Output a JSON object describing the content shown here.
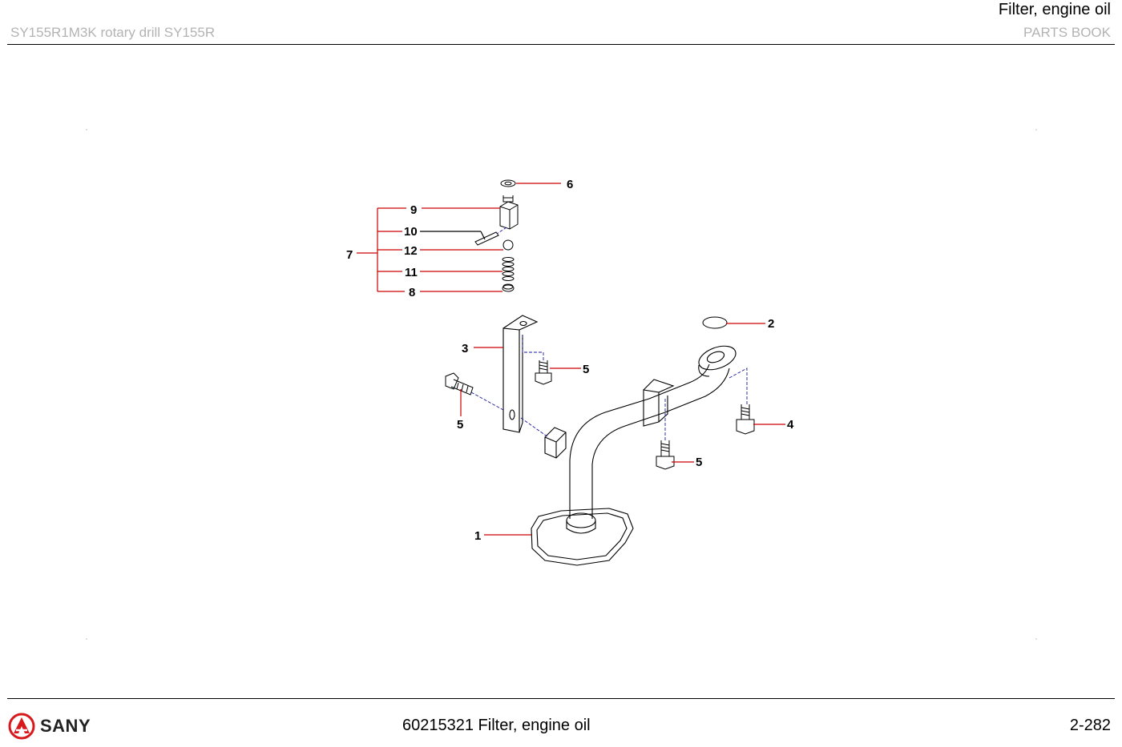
{
  "header": {
    "title": "Filter, engine oil",
    "model": "SY155R1M3K rotary  drill  SY155R",
    "book": "PARTS BOOK"
  },
  "diagram": {
    "callouts": {
      "c1": "1",
      "c2": "2",
      "c3": "3",
      "c4": "4",
      "c5a": "5",
      "c5b": "5",
      "c5c": "5",
      "c6": "6",
      "c7": "7",
      "c8": "8",
      "c9": "9",
      "c10": "10",
      "c11": "11",
      "c12": "12"
    },
    "colors": {
      "leader": "#cc0000",
      "hidden_line": "#1a1aa0"
    }
  },
  "footer": {
    "logo_text": "SANY",
    "logo_icon": "sany-logo-icon",
    "part_code": "60215321 Filter, engine oil",
    "page": "2-282"
  }
}
